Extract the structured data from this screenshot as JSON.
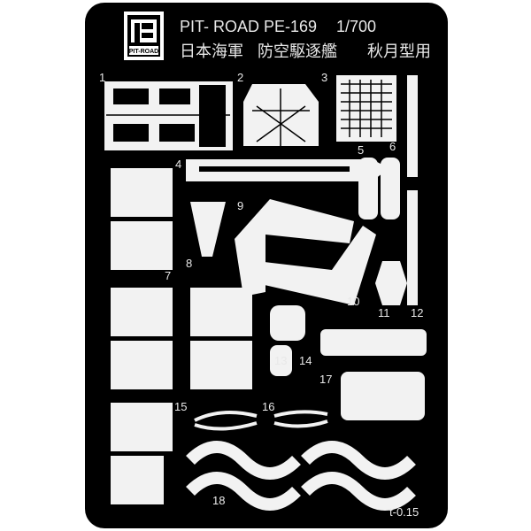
{
  "header": {
    "logo_text": "PIT-ROAD",
    "title": "PIT- ROAD PE-169",
    "scale": "1/700",
    "subtitle_navy": "日本海軍",
    "subtitle_class": "防空駆逐艦",
    "subtitle_use": "秋月型用"
  },
  "part_numbers": [
    "1",
    "2",
    "3",
    "4",
    "5",
    "6",
    "7",
    "8",
    "9",
    "10",
    "11",
    "12",
    "13",
    "14",
    "15",
    "16",
    "17",
    "18"
  ],
  "thickness": "t-0.15",
  "colors": {
    "sheet": "#000000",
    "parts": "#f2f2f2",
    "background": "#ffffff"
  }
}
